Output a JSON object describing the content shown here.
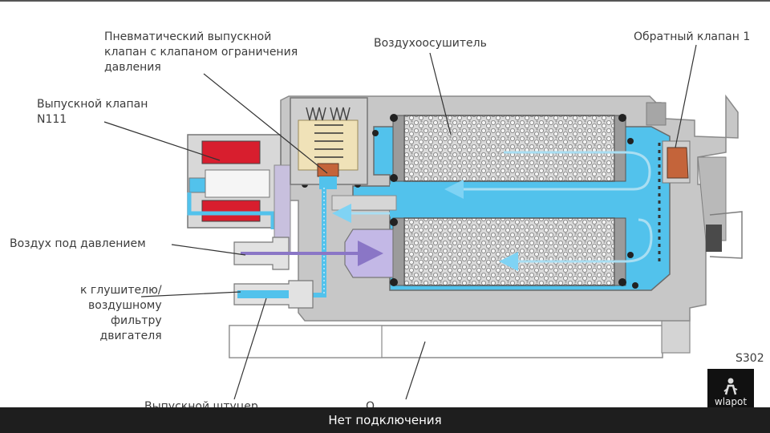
{
  "labels": {
    "pneumatic_valve": "Пневматический выпускной\nклапан с клапаном ограничения\nдавления",
    "air_dryer": "Воздухоосушитель",
    "check_valve": "Обратный клапан 1",
    "exhaust_valve": "Выпускной клапан\nN111",
    "pressure_air": "Воздух под давлением",
    "to_muffler": "к глушителю/\nвоздушному\nфильтру\nдвигателя",
    "figure_code": "S302",
    "cut_label_1": "Выпускной штуцер",
    "cut_label_2": "О"
  },
  "status": {
    "text": "Нет подключения"
  },
  "watermark": {
    "text": "wlapot",
    "icon": "person-icon"
  },
  "colors": {
    "housing": "#c8c8c8",
    "housing_dark": "#9e9e9e",
    "air": "#56c4ec",
    "air_light": "#a9def2",
    "coil": "#d81e2e",
    "valve_copper": "#c4643a",
    "purple": "#a898d0",
    "desiccant": "#cfcfcf"
  }
}
